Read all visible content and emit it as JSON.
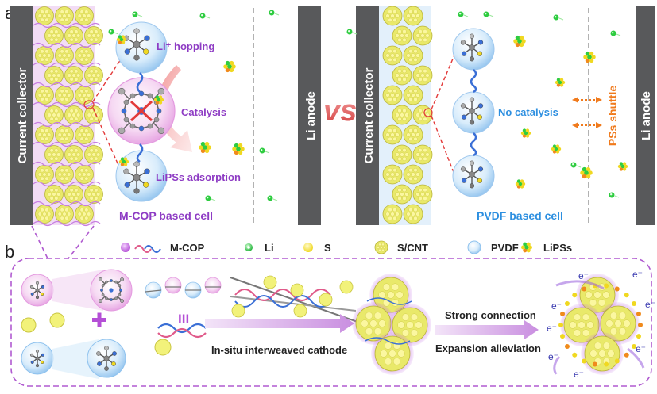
{
  "panel_a": {
    "tag": "a",
    "current_collector_left": "Current collector",
    "li_anode_left": "Li anode",
    "label_li_hopping": "Li⁺ hopping",
    "label_catalysis": "Catalysis",
    "label_lipss_adsorption": "LiPSs adsorption",
    "label_mcop_cell": "M-COP based cell",
    "vs": "vs",
    "current_collector_right": "Current collector",
    "label_no_catalysis": "No catalysis",
    "label_pss_shuttle": "PSs shuttle",
    "label_pvdf_cell": "PVDF based cell",
    "li_anode_right": "Li anode"
  },
  "legend": [
    {
      "label": "M-COP",
      "icon": "mcop-icon"
    },
    {
      "label": "Li",
      "icon": "li-ion-icon"
    },
    {
      "label": "S",
      "icon": "sulfur-icon"
    },
    {
      "label": "S/CNT",
      "icon": "scnt-icon"
    },
    {
      "label": "PVDF",
      "icon": "pvdf-icon"
    },
    {
      "label": "LiPSs",
      "icon": "lipss-icon"
    }
  ],
  "panel_b": {
    "tag": "b",
    "equals": "III",
    "in_situ_label": "In-situ interweaved cathode",
    "strong_connection": "Strong connection",
    "expansion_alleviation": "Expansion alleviation",
    "electron": "e⁻"
  },
  "colors": {
    "collector": "#58595b",
    "scnt_fill": "#f2f27a",
    "sulfur": "#f0e24a",
    "li_green": "#2ecc40",
    "mcop_purple": "#b44fd6",
    "label_purple": "#8e3cc4",
    "label_blue": "#2d8fe0",
    "label_orange": "#f07a1c",
    "dashed_purple": "#b05ad0",
    "red_dash": "#e33a3a"
  }
}
